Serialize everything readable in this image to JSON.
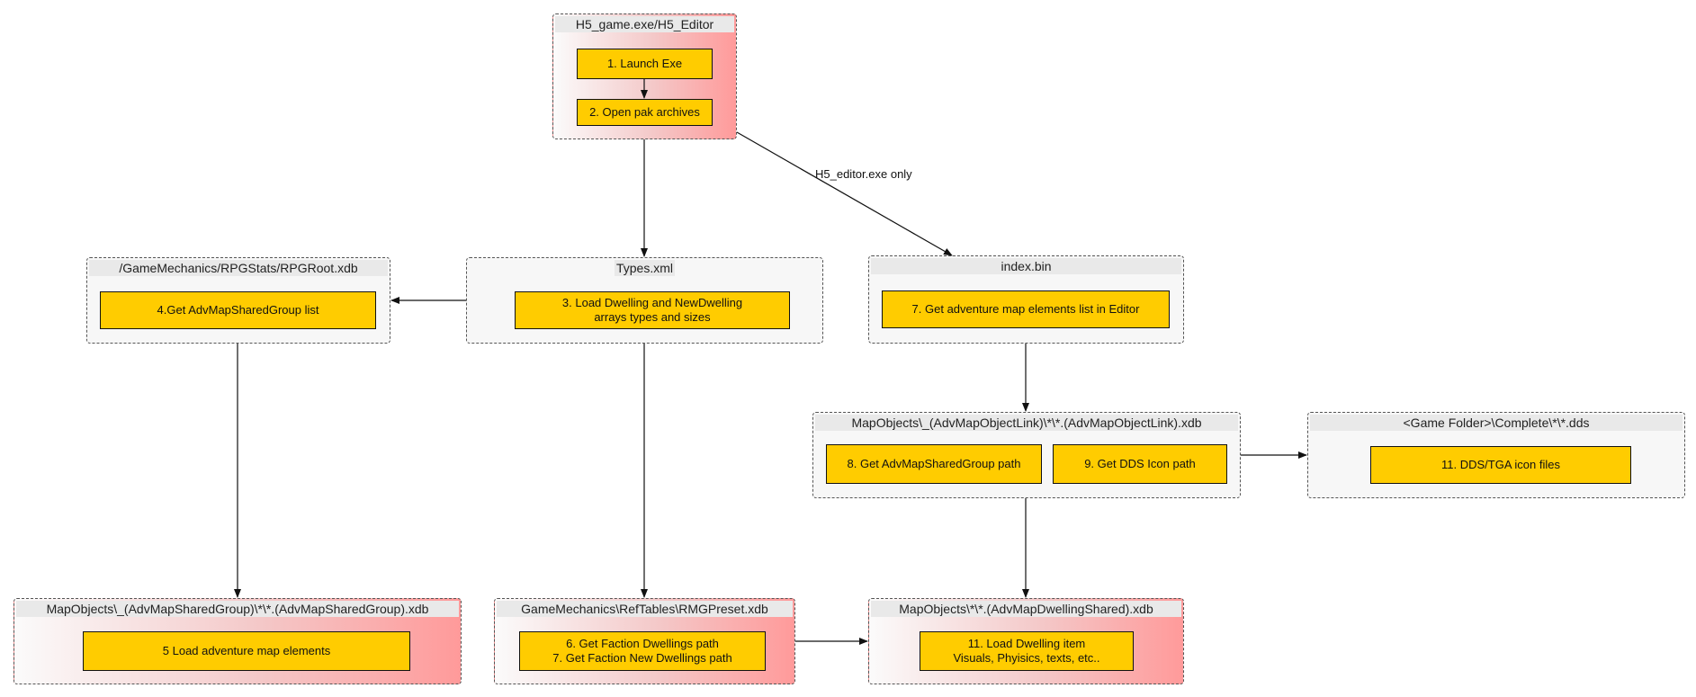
{
  "groups": {
    "h5_game": {
      "title": "H5_game.exe/H5_Editor"
    },
    "rpgroot": {
      "title": "/GameMechanics/RPGStats/RPGRoot.xdb"
    },
    "types": {
      "title": "Types.xml"
    },
    "indexbin": {
      "title": "index.bin"
    },
    "advmapobjectlink": {
      "title": "MapObjects\\_(AdvMapObjectLink)\\*\\*.(AdvMapObjectLink).xdb"
    },
    "gamefolder": {
      "title": "<Game Folder>\\Complete\\*\\*.dds"
    },
    "advmapsharedgroup": {
      "title": "MapObjects\\_(AdvMapSharedGroup)\\*\\*.(AdvMapSharedGroup).xdb"
    },
    "rmgpreset": {
      "title": "GameMechanics\\RefTables\\RMGPreset.xdb"
    },
    "dwellingshared": {
      "title": "MapObjects\\*\\*.(AdvMapDwellingShared).xdb"
    }
  },
  "steps": {
    "launch_exe": "1. Launch Exe",
    "open_pak": "2. Open pak archives",
    "load_dwelling": "3. Load Dwelling and NewDwelling\narrays types and sizes",
    "get_sharedgroup_list": "4.Get AdvMapSharedGroup list",
    "load_adventure_map": "5 Load adventure map elements",
    "get_faction_dwellings": "6. Get Faction Dwellings path\n7. Get Faction New Dwellings path",
    "get_elements_list": "7. Get adventure map elements list in Editor",
    "get_sharedgroup_path": "8. Get AdvMapSharedGroup path",
    "get_dds_icon": "9. Get DDS Icon path",
    "dds_tga_files": "11. DDS/TGA icon files",
    "load_dwelling_item": "11. Load Dwelling item\nVisuals, Phyisics, texts, etc.."
  },
  "edge_labels": {
    "editor_only": "H5_editor.exe only"
  },
  "colors": {
    "step_fill": "#ffcc00",
    "group_pink": "#ff9a9a",
    "group_grey": "#f7f7f7"
  }
}
